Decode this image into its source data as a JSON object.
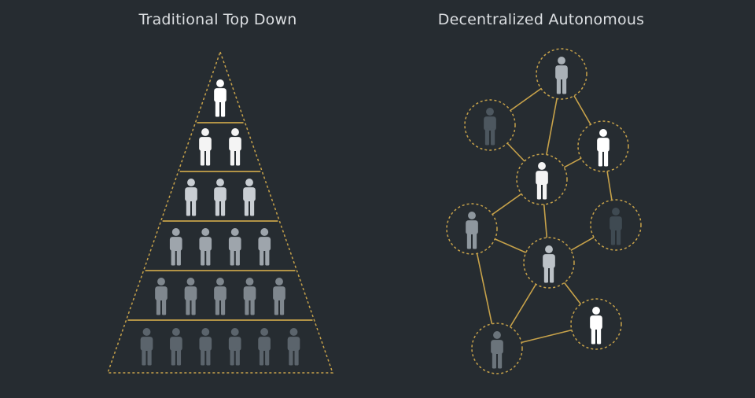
{
  "panels": {
    "left": {
      "title": "Traditional Top Down"
    },
    "right": {
      "title": "Decentralized Autonomous"
    }
  },
  "colors": {
    "background": "#262c31",
    "line": "#c7a24a",
    "title": "#dcdfe2"
  },
  "pyramid": {
    "tiers": [
      {
        "people": 1,
        "color": "#ffffff"
      },
      {
        "people": 2,
        "color": "#f4f4f4"
      },
      {
        "people": 3,
        "color": "#c9ced3"
      },
      {
        "people": 4,
        "color": "#9ea5ac"
      },
      {
        "people": 5,
        "color": "#7f878e"
      },
      {
        "people": 6,
        "color": "#5b646c"
      }
    ]
  },
  "network": {
    "nodes": [
      {
        "id": "n1",
        "color": "#aab1b7"
      },
      {
        "id": "n2",
        "color": "#4d575f"
      },
      {
        "id": "n3",
        "color": "#ffffff"
      },
      {
        "id": "n4",
        "color": "#f4f4f4"
      },
      {
        "id": "n5",
        "color": "#8e979e"
      },
      {
        "id": "n6",
        "color": "#3f4a52"
      },
      {
        "id": "n7",
        "color": "#bcc2c7"
      },
      {
        "id": "n8",
        "color": "#ffffff"
      },
      {
        "id": "n9",
        "color": "#6b747b"
      }
    ],
    "edges": [
      [
        "n1",
        "n2"
      ],
      [
        "n1",
        "n3"
      ],
      [
        "n1",
        "n4"
      ],
      [
        "n2",
        "n4"
      ],
      [
        "n3",
        "n4"
      ],
      [
        "n3",
        "n6"
      ],
      [
        "n4",
        "n5"
      ],
      [
        "n4",
        "n7"
      ],
      [
        "n5",
        "n7"
      ],
      [
        "n6",
        "n7"
      ],
      [
        "n5",
        "n9"
      ],
      [
        "n7",
        "n8"
      ],
      [
        "n7",
        "n9"
      ],
      [
        "n8",
        "n9"
      ]
    ]
  }
}
